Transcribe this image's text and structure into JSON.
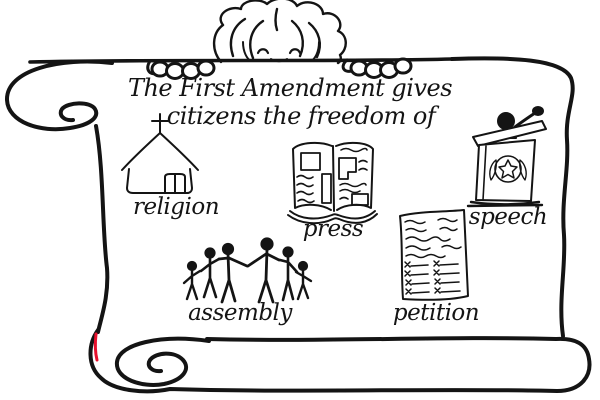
{
  "illustration": {
    "title_line1": "The First Amendment gives",
    "title_line2": "citizens the freedom of",
    "freedoms": [
      {
        "label": "religion",
        "icon": "church-icon"
      },
      {
        "label": "press",
        "icon": "open-newspaper-icon"
      },
      {
        "label": "speech",
        "icon": "speaker-podium-icon"
      },
      {
        "label": "assembly",
        "icon": "people-holding-hands-icon"
      },
      {
        "label": "petition",
        "icon": "signed-petition-paper-icon"
      }
    ],
    "decorations": {
      "scroll": "hand-drawn unrolled scroll held up by a child",
      "child": "curly-haired child peeking over top of scroll",
      "stray_mark": "small red stray mark on lower left scroll edge"
    },
    "colors": {
      "ink": "#141414",
      "paper": "#ffffff",
      "stray_mark": "#e8112d"
    }
  }
}
